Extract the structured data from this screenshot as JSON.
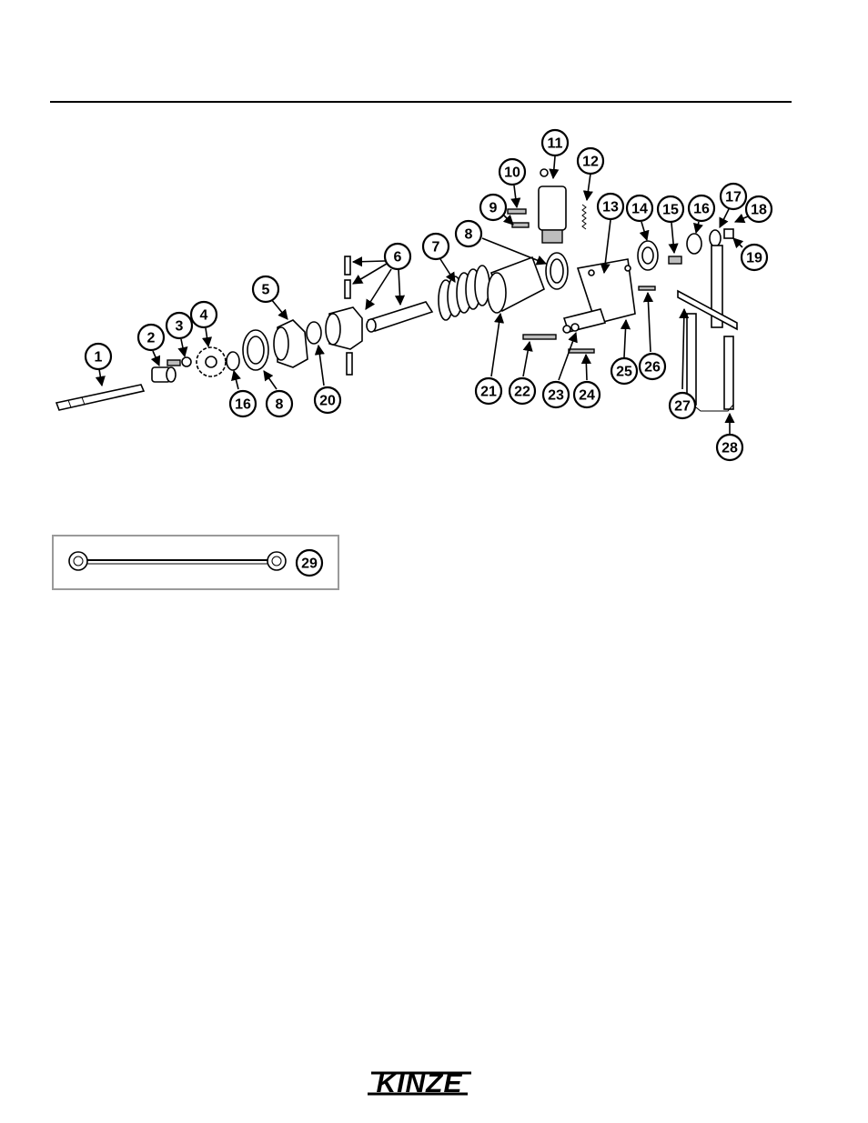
{
  "callouts": [
    "1",
    "2",
    "3",
    "4",
    "5",
    "6",
    "7",
    "8",
    "9",
    "10",
    "11",
    "12",
    "13",
    "14",
    "15",
    "16",
    "17",
    "18",
    "19",
    "20",
    "21",
    "22",
    "23",
    "24",
    "25",
    "26",
    "27",
    "28",
    "29"
  ],
  "inset_label": "29",
  "logo_text": "KINZE",
  "colors": {
    "ink": "#000000",
    "paper": "#ffffff",
    "inset_border": "#9a9a9a"
  }
}
